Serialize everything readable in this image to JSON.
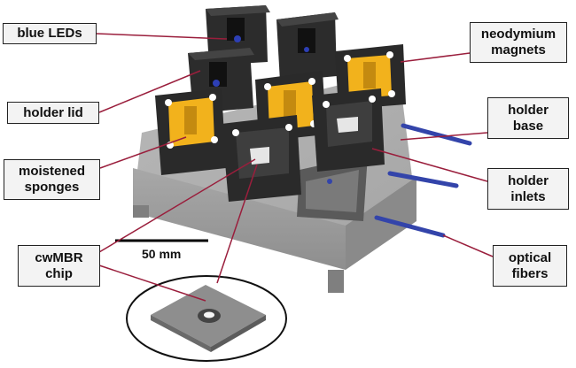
{
  "labels": {
    "blue_leds": "blue LEDs",
    "holder_lid": "holder lid",
    "moistened_sponges": "moistened\nsponges",
    "cwmbr_chip": "cwMBR\nchip",
    "neodymium_magnets": "neodymium\nmagnets",
    "holder_base": "holder\nbase",
    "holder_inlets": "holder\ninlets",
    "optical_fibers": "optical\nfibers"
  },
  "scale_bar": {
    "text": "50 mm"
  },
  "colors": {
    "leader": "#9a1e3c",
    "holder": "#2a2a2a",
    "sponge": "#f2b21c",
    "fiber": "#3344aa",
    "base": "#9c9c9c",
    "led": "#2d3fb5"
  }
}
